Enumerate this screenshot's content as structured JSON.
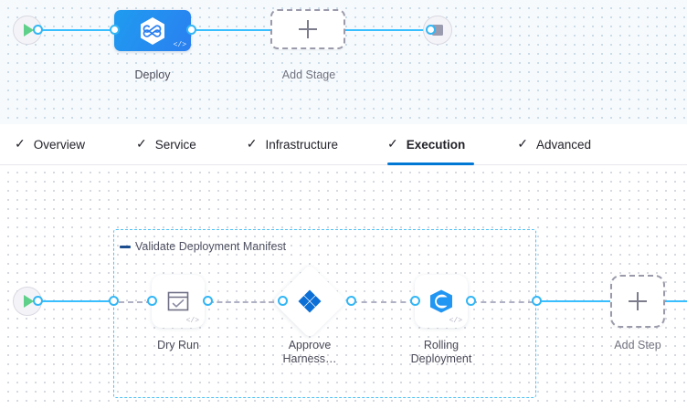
{
  "pipeline": {
    "start_node": {
      "name": "start-node",
      "icon": "play-icon"
    },
    "end_node": {
      "name": "end-node",
      "icon": "stop-icon"
    },
    "stages": [
      {
        "label": "Deploy",
        "icon": "harness-cd-hexagon-icon",
        "badge": "</>",
        "color": "#2080f0"
      }
    ],
    "add_stage": {
      "label": "Add Stage",
      "icon": "plus-icon"
    }
  },
  "tabs": [
    {
      "label": "Overview",
      "icon": "check-icon",
      "active": false
    },
    {
      "label": "Service",
      "icon": "check-icon",
      "active": false
    },
    {
      "label": "Infrastructure",
      "icon": "check-icon",
      "active": false
    },
    {
      "label": "Execution",
      "icon": "check-icon",
      "active": true
    },
    {
      "label": "Advanced",
      "icon": "check-icon",
      "active": false
    }
  ],
  "execution": {
    "start_node": {
      "name": "execution-start-node",
      "icon": "play-icon"
    },
    "group": {
      "title": "Validate Deployment Manifest",
      "collapse_icon": "collapse-dash-icon"
    },
    "steps": [
      {
        "label": "Dry Run",
        "icon": "dry-run-checkbox-icon",
        "badge": "</>",
        "shape": "rounded-square"
      },
      {
        "label": "Approve\nHarness…",
        "icon": "approval-diamond-icon",
        "badge": "",
        "shape": "diamond"
      },
      {
        "label": "Rolling\nDeployment",
        "icon": "kubernetes-rolling-icon",
        "badge": "</>",
        "shape": "rounded-square"
      }
    ],
    "add_step": {
      "label": "Add Step",
      "icon": "plus-icon"
    }
  },
  "colors": {
    "accent_blue": "#0278d5",
    "edge_blue": "#38bfff",
    "stage_blue": "#2080f0",
    "group_border": "#4ec2f7",
    "dashed_gray": "#b0b1c4",
    "play_green": "#5fd08a"
  }
}
